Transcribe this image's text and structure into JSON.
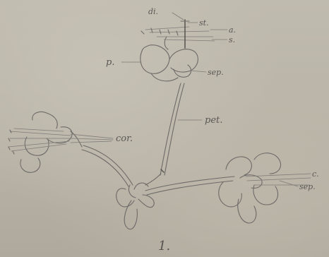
{
  "figure_number": "1.",
  "labels": {
    "di": "di.",
    "st": "st.",
    "a": "a.",
    "s": "s.",
    "p": "p.",
    "sep_top": "sep.",
    "pet": "pet.",
    "cor": "cor.",
    "c": "c.",
    "sep_right": "sep."
  }
}
